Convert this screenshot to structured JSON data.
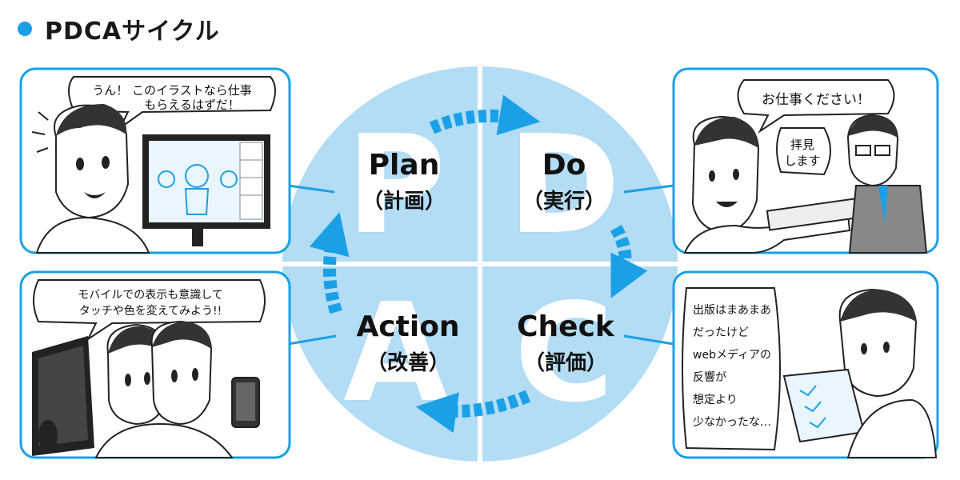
{
  "title": "PDCAサイクル",
  "colors": {
    "accent": "#1aa0e6",
    "circle": "#b3dcf5",
    "arrow": "#1aa0e6",
    "panel_border": "#1aa0e6",
    "panel_fill": "#ffffff"
  },
  "quadrants": [
    {
      "id": "plan",
      "letter": "P",
      "label": "Plan",
      "sub": "（計画）"
    },
    {
      "id": "do",
      "letter": "D",
      "label": "Do",
      "sub": "（実行）"
    },
    {
      "id": "check",
      "letter": "C",
      "label": "Check",
      "sub": "（評価）"
    },
    {
      "id": "action",
      "letter": "A",
      "label": "Action",
      "sub": "（改善）"
    }
  ],
  "panels": {
    "plan": {
      "bubble": [
        "うん！ このイラストなら仕事",
        "もらえるはずだ！"
      ]
    },
    "do": {
      "bubble": [
        "お仕事ください！"
      ],
      "bubble2": [
        "拝見",
        "します"
      ]
    },
    "check": {
      "bubble": [
        "出版はまあまあ",
        "だったけど",
        "webメディアの",
        "反響が",
        "想定より",
        "少なかったな…"
      ]
    },
    "action": {
      "bubble": [
        "モバイルでの表示も意識して",
        "タッチや色を変えてみよう!!"
      ]
    }
  }
}
